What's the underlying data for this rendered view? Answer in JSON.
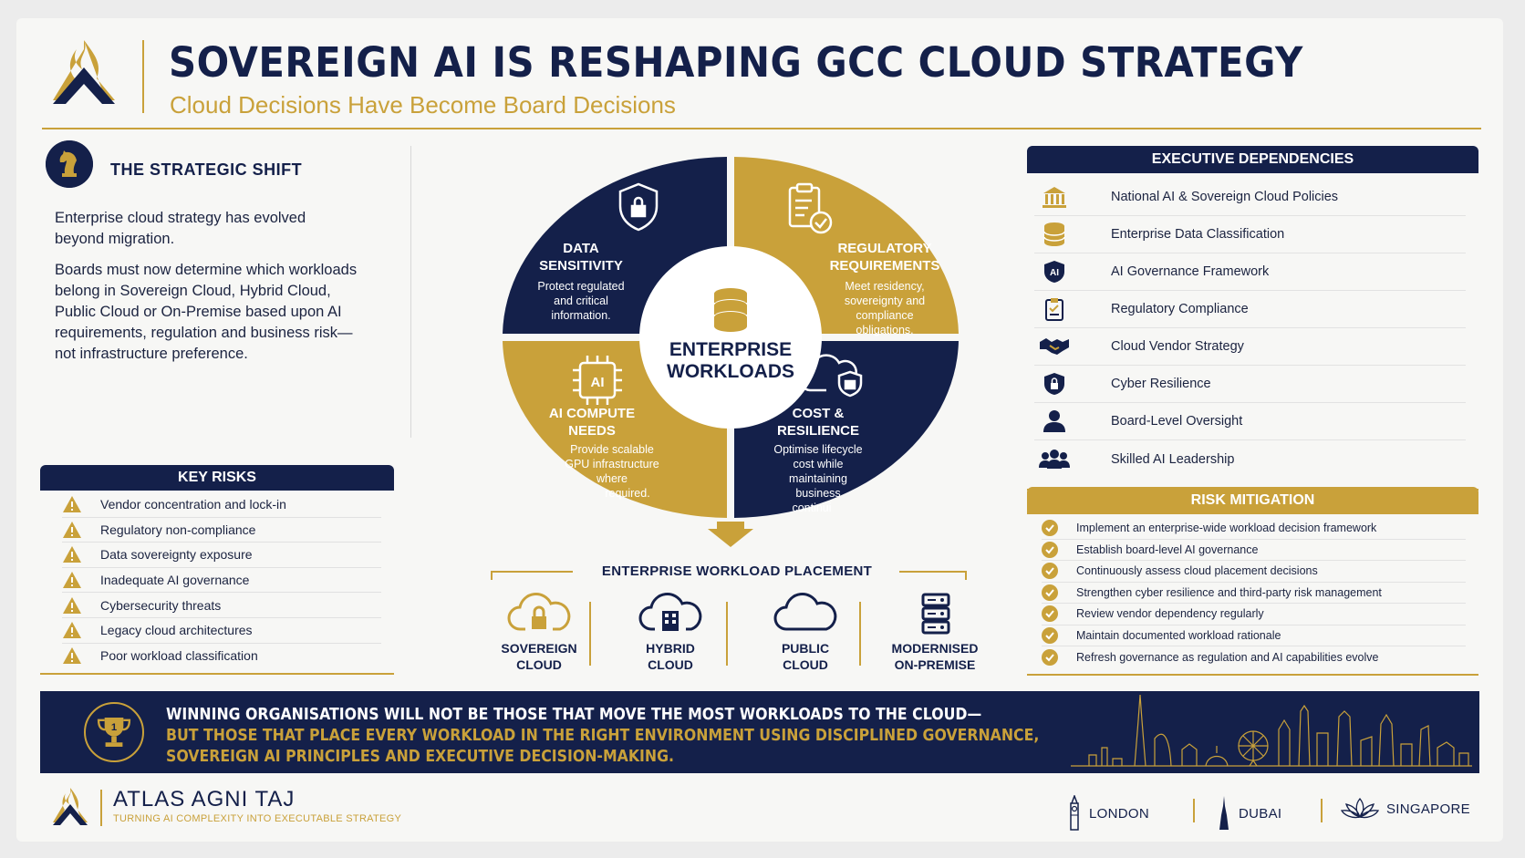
{
  "header": {
    "title": "SOVEREIGN AI IS RESHAPING GCC CLOUD STRATEGY",
    "subtitle": "Cloud Decisions Have Become Board Decisions"
  },
  "colors": {
    "navy": "#14204a",
    "gold": "#c9a13a"
  },
  "strategic_shift": {
    "title": "THE STRATEGIC SHIFT",
    "icon": "chess-knight-icon",
    "paragraph1": "Enterprise cloud strategy has evolved beyond migration.",
    "paragraph2": "Boards must now determine which workloads belong in Sovereign Cloud, Hybrid Cloud, Public Cloud or On-Premise based upon AI requirements, regulation and business risk—not infrastructure preference."
  },
  "key_risks": {
    "title": "KEY RISKS",
    "items": [
      "Vendor concentration and lock-in",
      "Regulatory non-compliance",
      "Data sovereignty exposure",
      "Inadequate AI governance",
      "Cybersecurity threats",
      "Legacy cloud architectures",
      "Poor workload classification"
    ]
  },
  "wheel": {
    "center_title_1": "ENTERPRISE",
    "center_title_2": "WORKLOADS",
    "quadrants": [
      {
        "title_1": "DATA",
        "title_2": "SENSITIVITY",
        "desc_1": "Protect regulated",
        "desc_2": "and critical",
        "desc_3": "information.",
        "desc_4": "",
        "desc_5": "",
        "icon": "shield-lock-icon"
      },
      {
        "title_1": "REGULATORY",
        "title_2": "REQUIREMENTS",
        "desc_1": "Meet residency,",
        "desc_2": "sovereignty and",
        "desc_3": "compliance",
        "desc_4": "obligations.",
        "desc_5": "",
        "icon": "clipboard-check-icon"
      },
      {
        "title_1": "AI COMPUTE",
        "title_2": "NEEDS",
        "desc_1": "Provide scalable",
        "desc_2": "GPU infrastructure",
        "desc_3": "where",
        "desc_4": "required.",
        "desc_5": "",
        "icon": "ai-chip-icon"
      },
      {
        "title_1": "COST &",
        "title_2": "RESILIENCE",
        "desc_1": "Optimise lifecycle",
        "desc_2": "cost while",
        "desc_3": "maintaining",
        "desc_4": "business",
        "desc_5": "continui",
        "icon": "cloud-lock-icon"
      }
    ]
  },
  "placement": {
    "title": "ENTERPRISE WORKLOAD PLACEMENT",
    "items": [
      {
        "line1": "SOVEREIGN",
        "line2": "CLOUD",
        "icon": "cloud-lock-icon"
      },
      {
        "line1": "HYBRID",
        "line2": "CLOUD",
        "icon": "cloud-building-icon"
      },
      {
        "line1": "PUBLIC",
        "line2": "CLOUD",
        "icon": "cloud-icon"
      },
      {
        "line1": "MODERNISED",
        "line2": "ON-PREMISE",
        "icon": "server-icon"
      }
    ]
  },
  "executive_dependencies": {
    "title": "EXECUTIVE DEPENDENCIES",
    "items": [
      {
        "label": "National AI & Sovereign Cloud Policies",
        "icon": "government-building-icon"
      },
      {
        "label": "Enterprise Data Classification",
        "icon": "database-icon"
      },
      {
        "label": "AI Governance Framework",
        "icon": "ai-shield-icon"
      },
      {
        "label": "Regulatory Compliance",
        "icon": "clipboard-icon"
      },
      {
        "label": "Cloud Vendor Strategy",
        "icon": "handshake-icon"
      },
      {
        "label": "Cyber Resilience",
        "icon": "shield-lock-icon"
      },
      {
        "label": "Board-Level Oversight",
        "icon": "person-icon"
      },
      {
        "label": "Skilled AI Leadership",
        "icon": "team-icon"
      }
    ]
  },
  "risk_mitigation": {
    "title": "RISK MITIGATION",
    "items": [
      "Implement an enterprise-wide workload decision framework",
      "Establish board-level AI governance",
      "Continuously assess cloud placement decisions",
      "Strengthen cyber resilience and third-party risk management",
      "Review vendor dependency regularly",
      "Maintain documented workload rationale",
      "Refresh governance as regulation and AI capabilities evolve"
    ]
  },
  "banner": {
    "line1": "WINNING ORGANISATIONS WILL NOT BE THOSE THAT MOVE THE MOST WORKLOADS TO THE CLOUD—",
    "line2": "BUT THOSE THAT PLACE EVERY WORKLOAD IN THE RIGHT ENVIRONMENT USING DISCIPLINED GOVERNANCE,",
    "line3": "SOVEREIGN AI PRINCIPLES AND EXECUTIVE DECISION-MAKING.",
    "icon": "trophy-icon"
  },
  "footer": {
    "brand": "ATLAS AGNI TAJ",
    "tagline": "TURNING AI COMPLEXITY INTO EXECUTABLE STRATEGY",
    "cities": [
      {
        "name": "LONDON",
        "icon": "big-ben-icon"
      },
      {
        "name": "DUBAI",
        "icon": "burj-khalifa-icon"
      },
      {
        "name": "SINGAPORE",
        "icon": "lotus-icon"
      }
    ]
  }
}
